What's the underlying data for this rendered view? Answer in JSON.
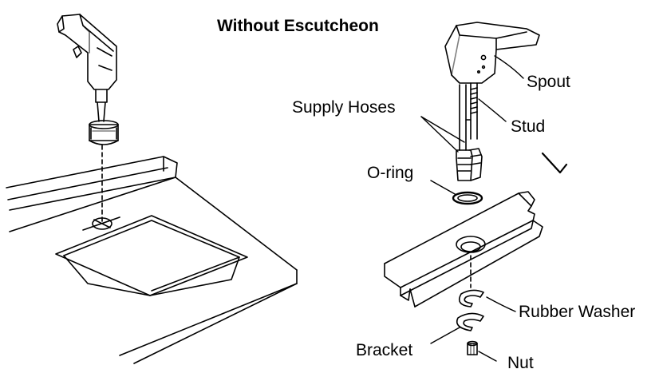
{
  "title": "Without Escutcheon",
  "labels": {
    "spout": "Spout",
    "stud": "Stud",
    "supply_hoses": "Supply Hoses",
    "o_ring": "O-ring",
    "rubber_washer": "Rubber Washer",
    "bracket": "Bracket",
    "nut": "Nut"
  },
  "colors": {
    "line": "#000000",
    "background": "#ffffff"
  }
}
